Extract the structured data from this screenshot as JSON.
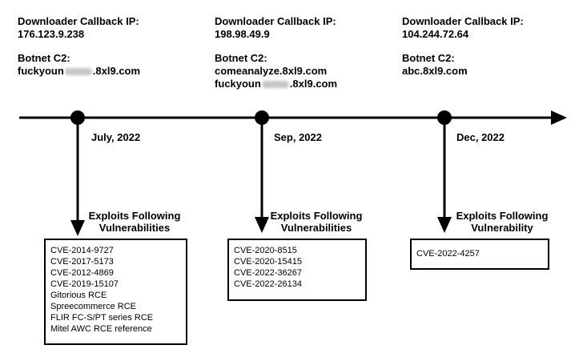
{
  "events": [
    {
      "callback_label": "Downloader Callback IP:",
      "callback_ip": "176.123.9.238",
      "c2_label": "Botnet C2:",
      "c2_domains": [
        {
          "pre": "fuckyoun",
          "redacted": true,
          "post": ".8xl9.com"
        }
      ],
      "date": "July, 2022",
      "exploits_label": [
        "Exploits Following",
        "Vulnerabilities"
      ],
      "vulnerabilities": [
        "CVE-2014-9727",
        "CVE-2017-5173",
        "CVE-2012-4869",
        "CVE-2019-15107",
        "Gitorious RCE",
        "Spreecommerce RCE",
        "FLIR FC-S/PT series RCE",
        "Mitel AWC RCE reference"
      ]
    },
    {
      "callback_label": "Downloader Callback IP:",
      "callback_ip": "198.98.49.9",
      "c2_label": "Botnet C2:",
      "c2_domains": [
        {
          "pre": "comeanalyze.8xl9.com",
          "redacted": false,
          "post": ""
        },
        {
          "pre": "fuckyoun",
          "redacted": true,
          "post": ".8xl9.com"
        }
      ],
      "date": "Sep, 2022",
      "exploits_label": [
        "Exploits Following",
        "Vulnerabilities"
      ],
      "vulnerabilities": [
        "CVE-2020-8515",
        "CVE-2020-15415",
        "CVE-2022-36267",
        "CVE-2022-26134"
      ]
    },
    {
      "callback_label": "Downloader Callback IP:",
      "callback_ip": "104.244.72.64",
      "c2_label": "Botnet C2:",
      "c2_domains": [
        {
          "pre": "abc.8xl9.com",
          "redacted": false,
          "post": ""
        }
      ],
      "date": "Dec, 2022",
      "exploits_label": [
        "Exploits Following",
        "Vulnerability"
      ],
      "vulnerabilities": [
        "CVE-2022-4257"
      ]
    }
  ]
}
